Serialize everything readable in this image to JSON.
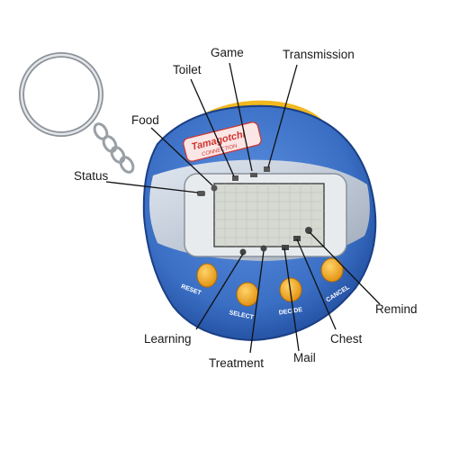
{
  "device": {
    "brand": "Tamagotchi",
    "brand_sub": "CONNECTION",
    "buttons": [
      "RESET",
      "SELECT",
      "DECIDE",
      "CANCEL"
    ],
    "colors": {
      "shell": "#3a6fc4",
      "shell_dark": "#1f4a9a",
      "silver": "#c9cfd6",
      "button": "#f2a81d",
      "screen": "#d6d9d2"
    }
  },
  "callouts": [
    {
      "id": "game",
      "label": "Game"
    },
    {
      "id": "transmission",
      "label": "Transmission"
    },
    {
      "id": "toilet",
      "label": "Toilet"
    },
    {
      "id": "food",
      "label": "Food"
    },
    {
      "id": "status",
      "label": "Status"
    },
    {
      "id": "remind",
      "label": "Remind"
    },
    {
      "id": "chest",
      "label": "Chest"
    },
    {
      "id": "mail",
      "label": "Mail"
    },
    {
      "id": "treatment",
      "label": "Treatment"
    },
    {
      "id": "learning",
      "label": "Learning"
    }
  ],
  "icons": {
    "top": [
      "status-icon",
      "food-icon",
      "toilet-icon",
      "game-icon",
      "transmission-icon"
    ],
    "bottom": [
      "learning-icon",
      "treatment-icon",
      "mail-icon",
      "chest-icon",
      "remind-icon"
    ]
  }
}
